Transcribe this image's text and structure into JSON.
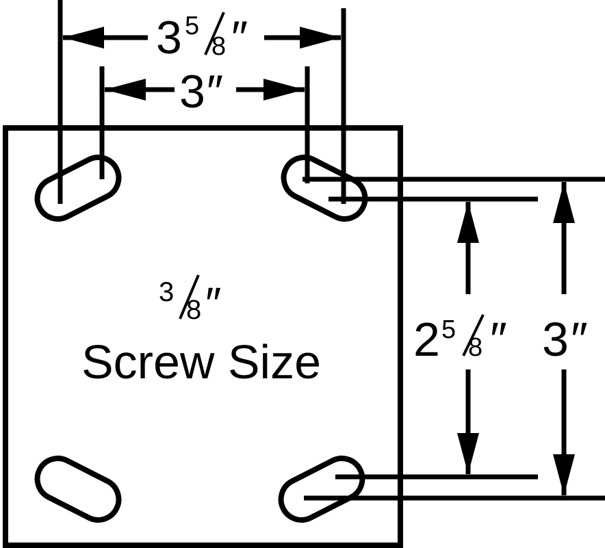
{
  "dimensions": {
    "outer_width": {
      "whole": "3",
      "numerator": "5",
      "denominator": "8",
      "inch_mark": "″"
    },
    "inner_width": {
      "whole": "3",
      "inch_mark": "″"
    },
    "inner_height": {
      "whole": "2",
      "numerator": "5",
      "denominator": "8",
      "inch_mark": "″"
    },
    "outer_height": {
      "whole": "3",
      "inch_mark": "″"
    }
  },
  "plate": {
    "screw_fraction": {
      "numerator": "3",
      "denominator": "8",
      "inch_mark": "″"
    },
    "screw_caption": "Screw Size"
  },
  "colors": {
    "ink": "#000000",
    "background": "#ffffff"
  }
}
